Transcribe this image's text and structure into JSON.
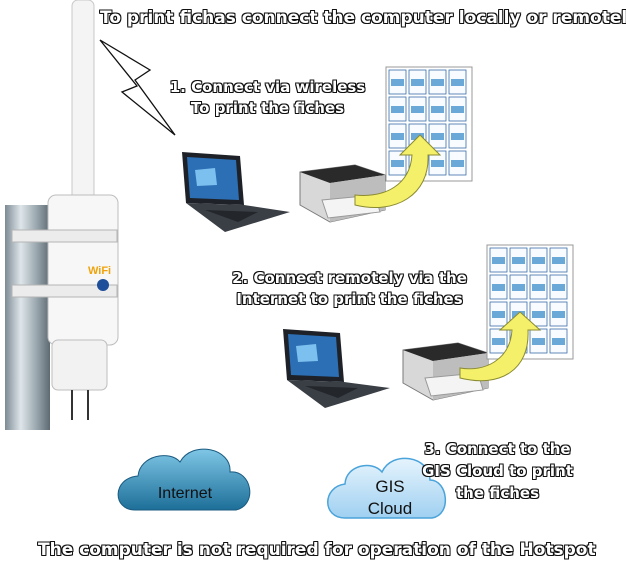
{
  "heading": "To print fichas connect the computer locally or remotely",
  "step1": {
    "line1": "1. Connect via wireless",
    "line2": "To print the fiches"
  },
  "step2": {
    "line1": "2. Connect remotely via the",
    "line2": "Internet to print the fiches"
  },
  "step3": {
    "line1": "3. Connect to the",
    "line2": "GIS Cloud to print",
    "line3": "the fiches"
  },
  "clouds": {
    "internet": "Internet",
    "gis_line1": "GIS",
    "gis_line2": "Cloud"
  },
  "antenna_badge": "WiFi",
  "footer": "The computer is not required for operation of the Hotspot",
  "colors": {
    "internet_cloud": "#2e86b0",
    "gis_cloud": "#bfe0f7",
    "arrow": "#f4f06a"
  }
}
